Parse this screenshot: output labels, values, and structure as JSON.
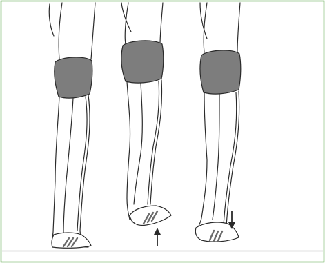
{
  "illustration": {
    "figure_count": 3,
    "colors": {
      "border": "#5fa84a",
      "line": "#2a2a2a",
      "shorts": "#7d7d7d",
      "background": "#ffffff"
    },
    "figures": [
      {
        "pose": "standing-flat",
        "arrow": "none"
      },
      {
        "pose": "heel-raised",
        "arrow": "up"
      },
      {
        "pose": "heel-lowering",
        "arrow": "down"
      }
    ]
  }
}
